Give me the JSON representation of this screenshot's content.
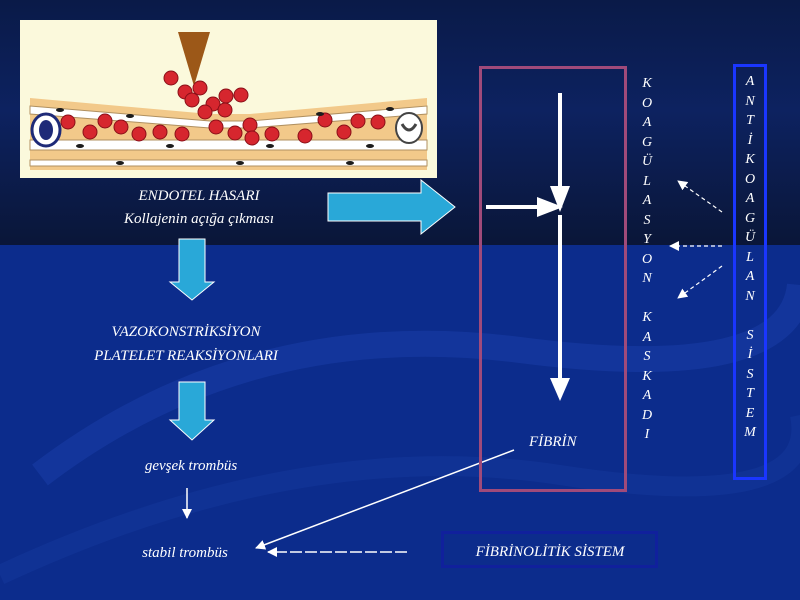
{
  "left_flow": {
    "endotel_line1": "ENDOTEL HASARI",
    "endotel_line2": "Kollajenin açığa çıkması",
    "vazo_line1": "VAZOKONSTRİKSİYON",
    "vazo_line2": "PLATELET REAKSİYONLARI",
    "gevsek": "gevşek trombüs",
    "stabil": "stabil trombüs"
  },
  "center": {
    "fibrin": "FİBRİN",
    "fibrinolitik": "FİBRİNOLİTİK SİSTEM"
  },
  "vertical": {
    "koagulasyon": [
      "K",
      "O",
      "A",
      "G",
      "Ü",
      "L",
      "A",
      "S",
      "Y",
      "O",
      "N",
      "",
      "K",
      "A",
      "S",
      "K",
      "A",
      "D",
      "I"
    ],
    "antikoagulan": [
      "A",
      "N",
      "T",
      "İ",
      "K",
      "O",
      "A",
      "G",
      "Ü",
      "L",
      "A",
      "N",
      "",
      "S",
      "İ",
      "S",
      "T",
      "E",
      "M"
    ]
  },
  "colors": {
    "top_band": "#0a1a48",
    "bottom_band": "#0c2c8c",
    "cyan_arrow": "#29a8d8",
    "fibrin_box": "#a04a7a",
    "anti_box": "#1a36ff",
    "fibrinolitik_box": "#10209c"
  }
}
